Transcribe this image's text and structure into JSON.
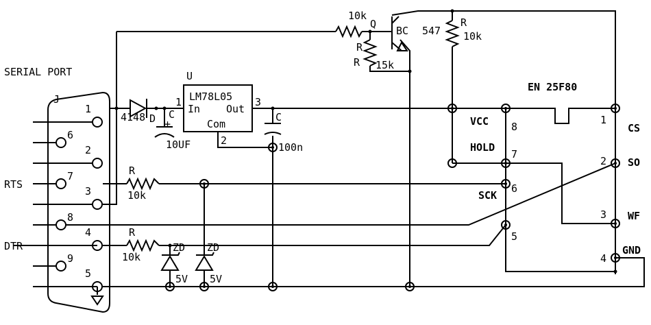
{
  "colors": {
    "ink": "#000000",
    "background": "#ffffff"
  },
  "labels": {
    "serial_port": "SERIAL PORT",
    "connector_ref": "J",
    "pins": [
      "1",
      "6",
      "2",
      "7",
      "3",
      "8",
      "4",
      "9",
      "5"
    ],
    "rts": "RTS",
    "dtr": "DTR",
    "diode_name": "4148",
    "diode_ref": "D",
    "cap_ref_1": "C",
    "cap_val_1": "10UF",
    "cap_plus": "+",
    "reg_ref": "U",
    "reg_name": "LM78L05",
    "reg_in": "In",
    "reg_out": "Out",
    "reg_com": "Com",
    "reg_pin_in": "1",
    "reg_pin_out": "3",
    "reg_pin_com": "2",
    "cap_ref_2": "C",
    "cap_val_2": "100n",
    "r_base_val": "10k",
    "q_ref": "Q",
    "q_type": "BC",
    "q_num": "547",
    "r_ref_a": "R",
    "r_ref_b": "R",
    "r_ref_b_val": "15k",
    "r_pullup_ref": "R",
    "r_pullup_val": "10k",
    "r_rts_ref": "R",
    "r_rts_val": "10k",
    "r_dtr_ref": "R",
    "r_dtr_val": "10k",
    "zd_1": "ZD",
    "zd_2": "ZD",
    "zd_1_val": "5V",
    "zd_2_val": "5V",
    "chip_name": "EN 25F80",
    "vcc": "VCC",
    "hold": "HOLD",
    "sck": "SCK",
    "cs": "CS",
    "so": "SO",
    "wf": "WF",
    "gnd": "GND",
    "chip_pin_8": "8",
    "chip_pin_7": "7",
    "chip_pin_6": "6",
    "chip_pin_5": "5",
    "chip_pin_1": "1",
    "chip_pin_2": "2",
    "chip_pin_3": "3",
    "chip_pin_4": "4"
  }
}
